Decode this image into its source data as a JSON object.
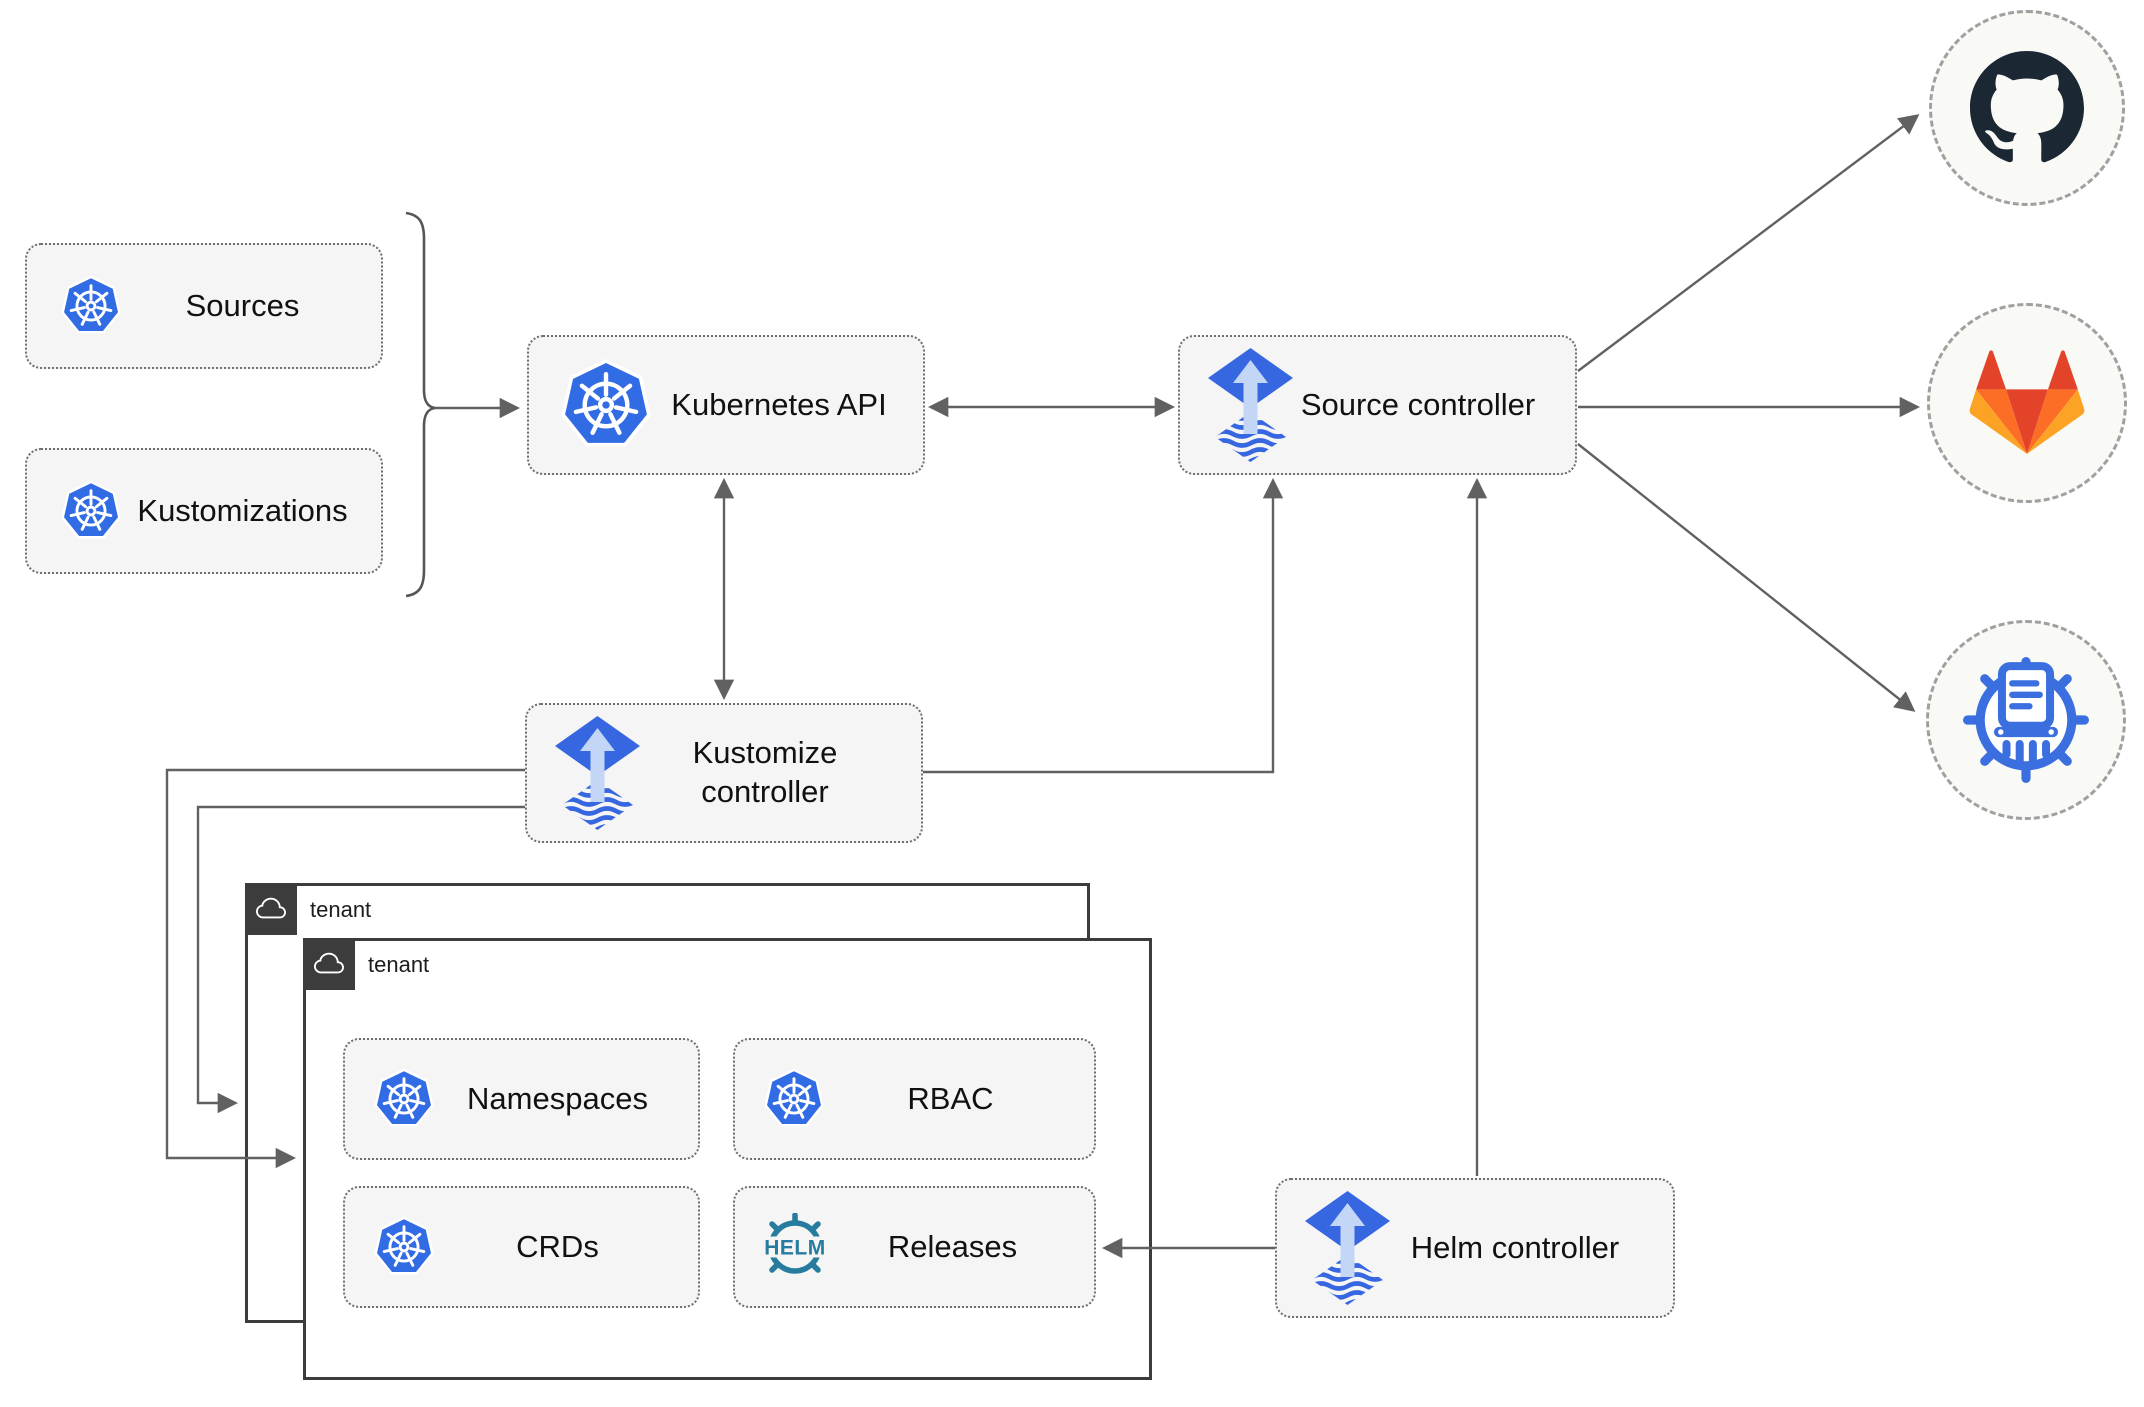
{
  "nodes": {
    "sources": {
      "label": "Sources",
      "icon": "kubernetes-icon"
    },
    "kustomizations": {
      "label": "Kustomizations",
      "icon": "kubernetes-icon"
    },
    "kubernetes_api": {
      "label": "Kubernetes API",
      "icon": "kubernetes-icon"
    },
    "source_controller": {
      "label": "Source controller",
      "icon": "flux-icon"
    },
    "kustomize_controller": {
      "label": "Kustomize controller",
      "icon": "flux-icon"
    },
    "helm_controller": {
      "label": "Helm controller",
      "icon": "flux-icon"
    },
    "namespaces": {
      "label": "Namespaces",
      "icon": "kubernetes-icon"
    },
    "rbac": {
      "label": "RBAC",
      "icon": "kubernetes-icon"
    },
    "crds": {
      "label": "CRDs",
      "icon": "kubernetes-icon"
    },
    "releases": {
      "label": "Releases",
      "icon": "helm-icon"
    }
  },
  "tenants": {
    "back": {
      "label": "tenant",
      "icon": "cloud-icon"
    },
    "front": {
      "label": "tenant",
      "icon": "cloud-icon"
    }
  },
  "endpoints": {
    "github": {
      "icon": "github-icon"
    },
    "gitlab": {
      "icon": "gitlab-icon"
    },
    "chart_repository": {
      "icon": "chartmuseum-icon"
    }
  },
  "colors": {
    "node_fill": "#f5f5f5",
    "node_border": "#6e6e6e",
    "connector": "#616161",
    "kubernetes_blue": "#326ce5",
    "flux_blue": "#3667e1",
    "flux_arrow_light": "#c3d6f6",
    "helm_teal": "#277b9e",
    "github_dark": "#1b2733",
    "gitlab_red": "#e24329",
    "gitlab_orange": "#fc6d26",
    "gitlab_yellow": "#fca326",
    "chartmuseum_blue": "#3b6fe0",
    "tenant_border": "#3c3c3c"
  }
}
